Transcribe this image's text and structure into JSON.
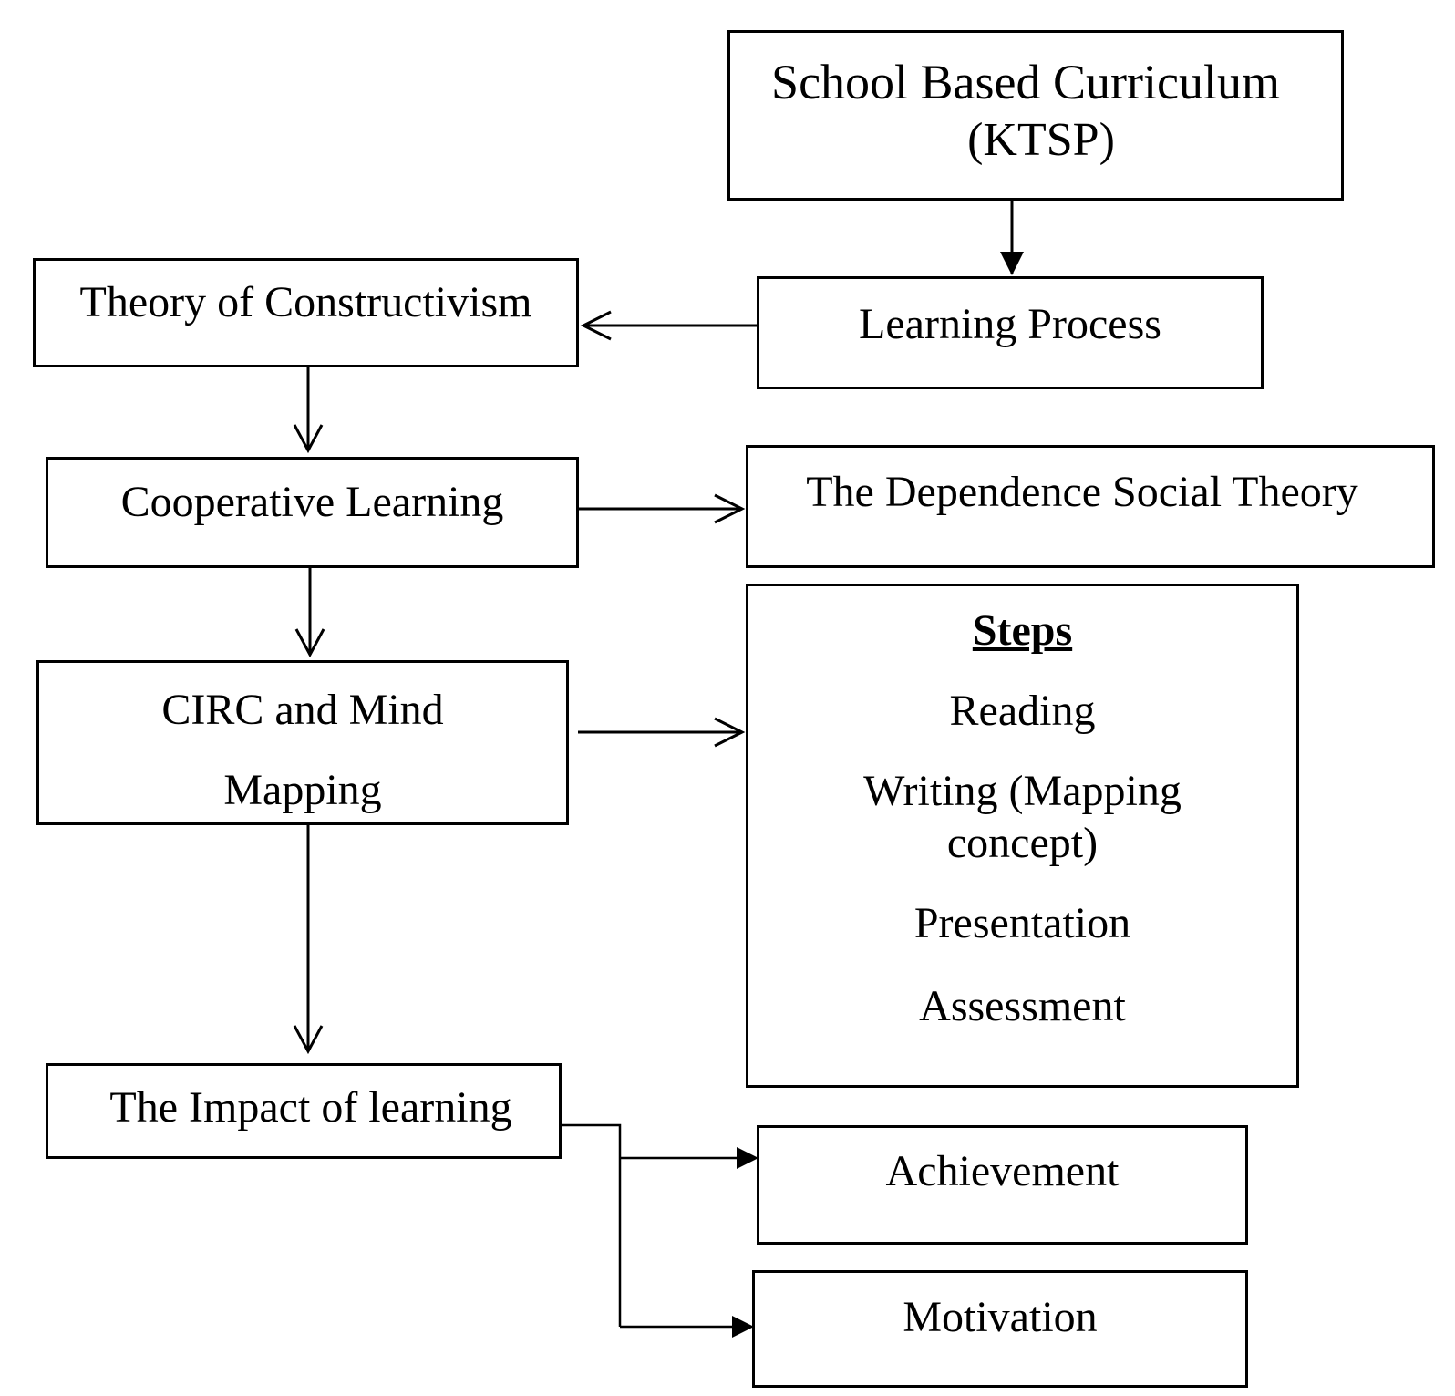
{
  "nodes": {
    "ktsp": {
      "line1": "School Based Curriculum",
      "line2": "(KTSP)"
    },
    "learning_process": "Learning Process",
    "constructivism": "Theory of Constructivism",
    "cooperative": "Cooperative Learning",
    "dependence": "The Dependence Social Theory",
    "circ": {
      "line1": "CIRC and Mind",
      "line2": "Mapping"
    },
    "steps": {
      "title": "Steps",
      "items": [
        "Reading",
        "Writing (Mapping",
        "concept)",
        "Presentation",
        "Assessment"
      ]
    },
    "impact": "The Impact of learning",
    "achievement": "Achievement",
    "motivation": "Motivation"
  },
  "colors": {
    "stroke": "#000000",
    "background": "#ffffff"
  }
}
